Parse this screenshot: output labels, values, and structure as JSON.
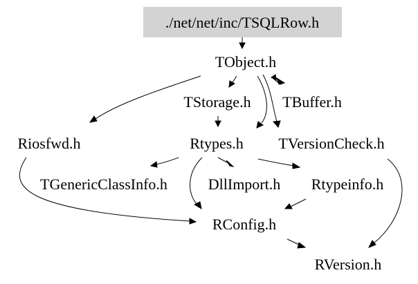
{
  "diagram": {
    "root_fill": "#d3d3d3",
    "edge_color": "#000000",
    "nodes": {
      "root": "./net/net/inc/TSQLRow.h",
      "tobject": "TObject.h",
      "tstorage": "TStorage.h",
      "tbuffer": "TBuffer.h",
      "riosfwd": "Riosfwd.h",
      "rtypes": "Rtypes.h",
      "tversioncheck": "TVersionCheck.h",
      "tgenericclassinfo": "TGenericClassInfo.h",
      "dllimport": "DllImport.h",
      "rtypeinfo": "Rtypeinfo.h",
      "rconfig": "RConfig.h",
      "rversion": "RVersion.h"
    }
  }
}
